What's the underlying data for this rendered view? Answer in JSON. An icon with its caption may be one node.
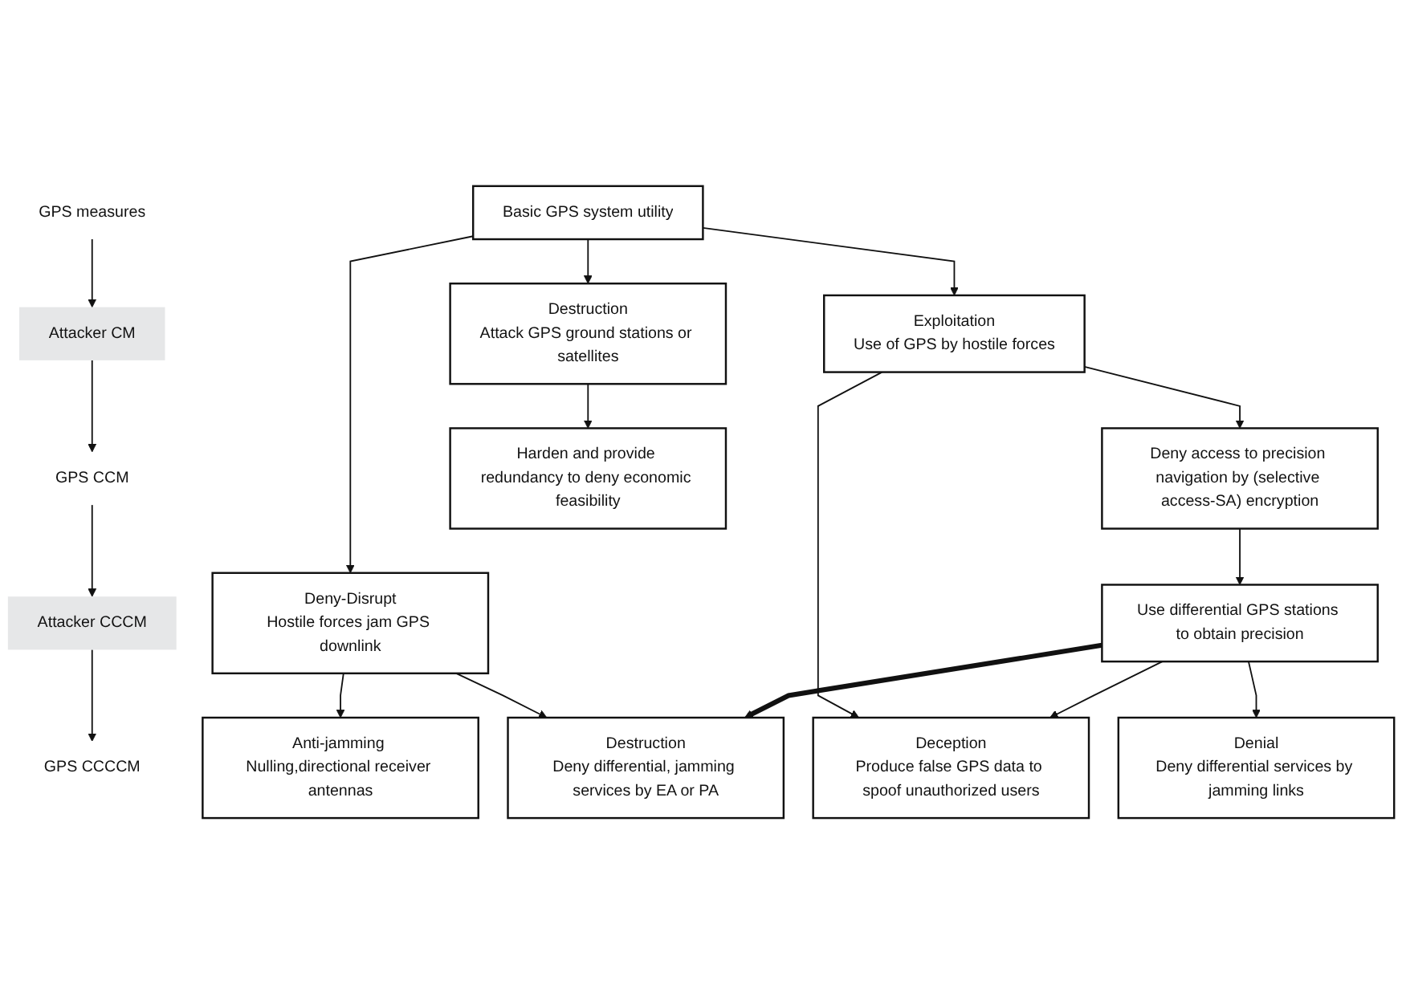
{
  "diagram": {
    "nodes": [
      {
        "text": [
          "GPS measures"
        ]
      },
      {
        "text": [
          "Attacker CM"
        ]
      },
      {
        "text": [
          "GPS CCM"
        ]
      },
      {
        "text": [
          "Attacker CCCM"
        ]
      },
      {
        "text": [
          "GPS CCCCM"
        ]
      },
      {
        "text": [
          "Basic GPS system utility"
        ]
      },
      {
        "text": [
          "Exploitation",
          "Use of GPS by hostile forces"
        ]
      },
      {
        "text": [
          "Deny-Disrupt",
          "Hostile forces jam GPS downlink"
        ]
      },
      {
        "text": [
          "Destruction",
          "Attack GPS ground stations or satellites"
        ]
      },
      {
        "text": [
          "Deny access to precision navigation by (selective access-SA) encryption"
        ]
      },
      {
        "text": [
          "Anti-jamming Nulling,directional receiver antennas"
        ]
      },
      {
        "text": [
          "Harden and provide redundancy to deny economic feasibility"
        ]
      },
      {
        "text": [
          "Use differential GPS stations to obtain precision"
        ]
      },
      {
        "text": [
          "Denial",
          "Deny differential services by jamming links"
        ]
      },
      {
        "text": [
          "Deception",
          "Produce false GPS data to spoof unauthorized users"
        ]
      },
      {
        "text": [
          "Destruction",
          "Deny differential, jamming services by EA or PA"
        ]
      }
    ],
    "edges": [
      {
        "from": 0,
        "to": 1,
        "arrow": "to"
      },
      {
        "from": 1,
        "to": 2,
        "arrow": "to"
      },
      {
        "from": 2,
        "to": 3,
        "arrow": "to"
      },
      {
        "from": 3,
        "to": 4,
        "arrow": "to"
      },
      {
        "from": 5,
        "to": 6,
        "arrow": "to"
      },
      {
        "from": 5,
        "to": 7,
        "arrow": "to"
      },
      {
        "from": 5,
        "to": 8,
        "arrow": "to"
      },
      {
        "from": 6,
        "to": 9,
        "arrow": "to"
      },
      {
        "from": 6,
        "to": 14,
        "arrow": "to"
      },
      {
        "from": 7,
        "to": 10,
        "arrow": "to"
      },
      {
        "from": 7,
        "to": 15,
        "arrow": "to"
      },
      {
        "from": 8,
        "to": 11,
        "arrow": "to"
      },
      {
        "from": 9,
        "to": 12,
        "arrow": "to"
      },
      {
        "from": 12,
        "to": 13,
        "arrow": "to"
      },
      {
        "from": 12,
        "to": 14,
        "arrow": "to"
      },
      {
        "from": 12,
        "to": 15,
        "arrow": "to",
        "style": "thick"
      }
    ]
  }
}
